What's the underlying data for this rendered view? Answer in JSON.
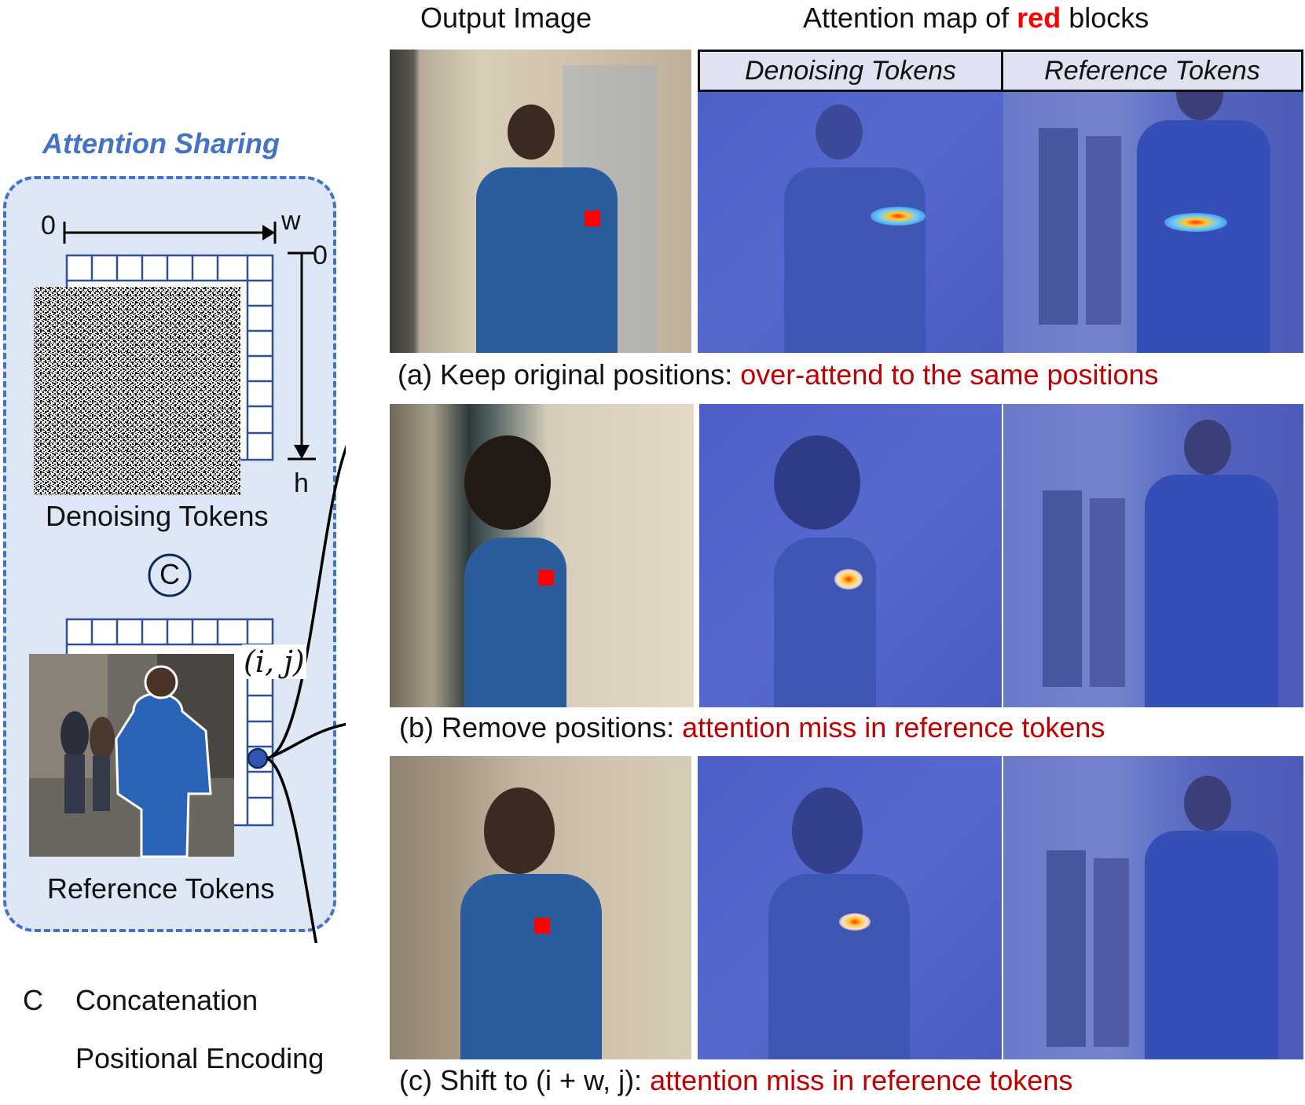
{
  "headers": {
    "output_image": "Output Image",
    "attention_prefix": "Attention map of ",
    "attention_red": "red",
    "attention_suffix": " blocks",
    "denoising_tokens": "Denoising Tokens",
    "reference_tokens": "Reference Tokens"
  },
  "panel": {
    "title": "Attention Sharing",
    "axis_zero_x": "0",
    "axis_w": "w",
    "axis_zero_y": "0",
    "axis_h": "h",
    "denoising_label": "Denoising Tokens",
    "concat_symbol": "C",
    "ij_label": "(i, j)",
    "reference_label": "Reference Tokens"
  },
  "legend": {
    "concat_symbol": "C",
    "concatenation": "Concatenation",
    "positional_encoding": "Positional Encoding"
  },
  "captions": {
    "a_prefix": "(a) Keep original positions: ",
    "a_red": "over-attend to the same positions",
    "b_prefix": "(b) Remove positions: ",
    "b_red": "attention miss in reference tokens",
    "c_prefix": "(c) Shift to (i + w, j): ",
    "c_red": "attention miss in reference tokens"
  },
  "colors": {
    "accent_blue": "#4472c4",
    "panel_fill": "#dde7f5",
    "red_text": "#c00000",
    "red_block": "#ff0000",
    "grid_blue": "#2f4f9f"
  }
}
